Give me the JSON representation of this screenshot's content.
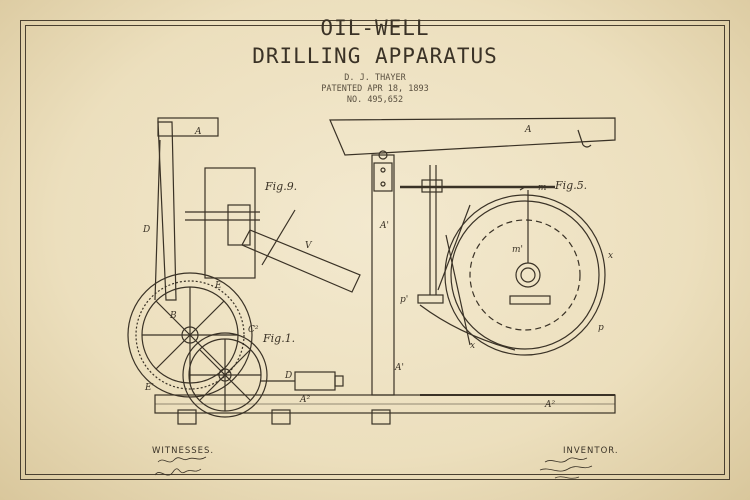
{
  "title": {
    "line1": "OIL-WELL",
    "line2": "DRILLING APPARATUS"
  },
  "meta": {
    "inventor_name": "D. J. THAYER",
    "patented": "PATENTED APR 18, 1893",
    "number": "NO. 495,652"
  },
  "figures": {
    "fig1": "Fig.1.",
    "fig5": "Fig.5.",
    "fig9": "Fig.9."
  },
  "footer": {
    "witnesses": "WITNESSES.",
    "inventor": "INVENTOR."
  },
  "colors": {
    "paper": "#efe3c3",
    "ink": "#3a3226"
  }
}
